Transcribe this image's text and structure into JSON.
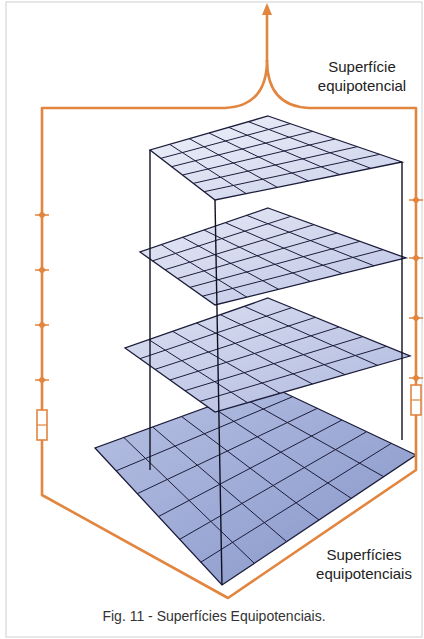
{
  "diagram": {
    "caption": "Fig. 11 - Superfícies Equipotenciais.",
    "labels": [
      "Superfície equipotencial",
      "Superfícies equipotenciais"
    ]
  }
}
